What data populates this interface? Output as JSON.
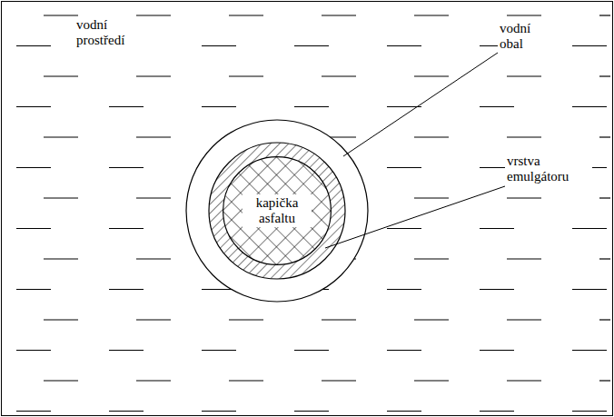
{
  "diagram": {
    "nodes": [
      {
        "text": [
          "kapička asfaltu"
        ]
      }
    ],
    "labels": [
      "vodní prostředí",
      "vodní obal",
      "vrstva emulgátoru"
    ]
  }
}
